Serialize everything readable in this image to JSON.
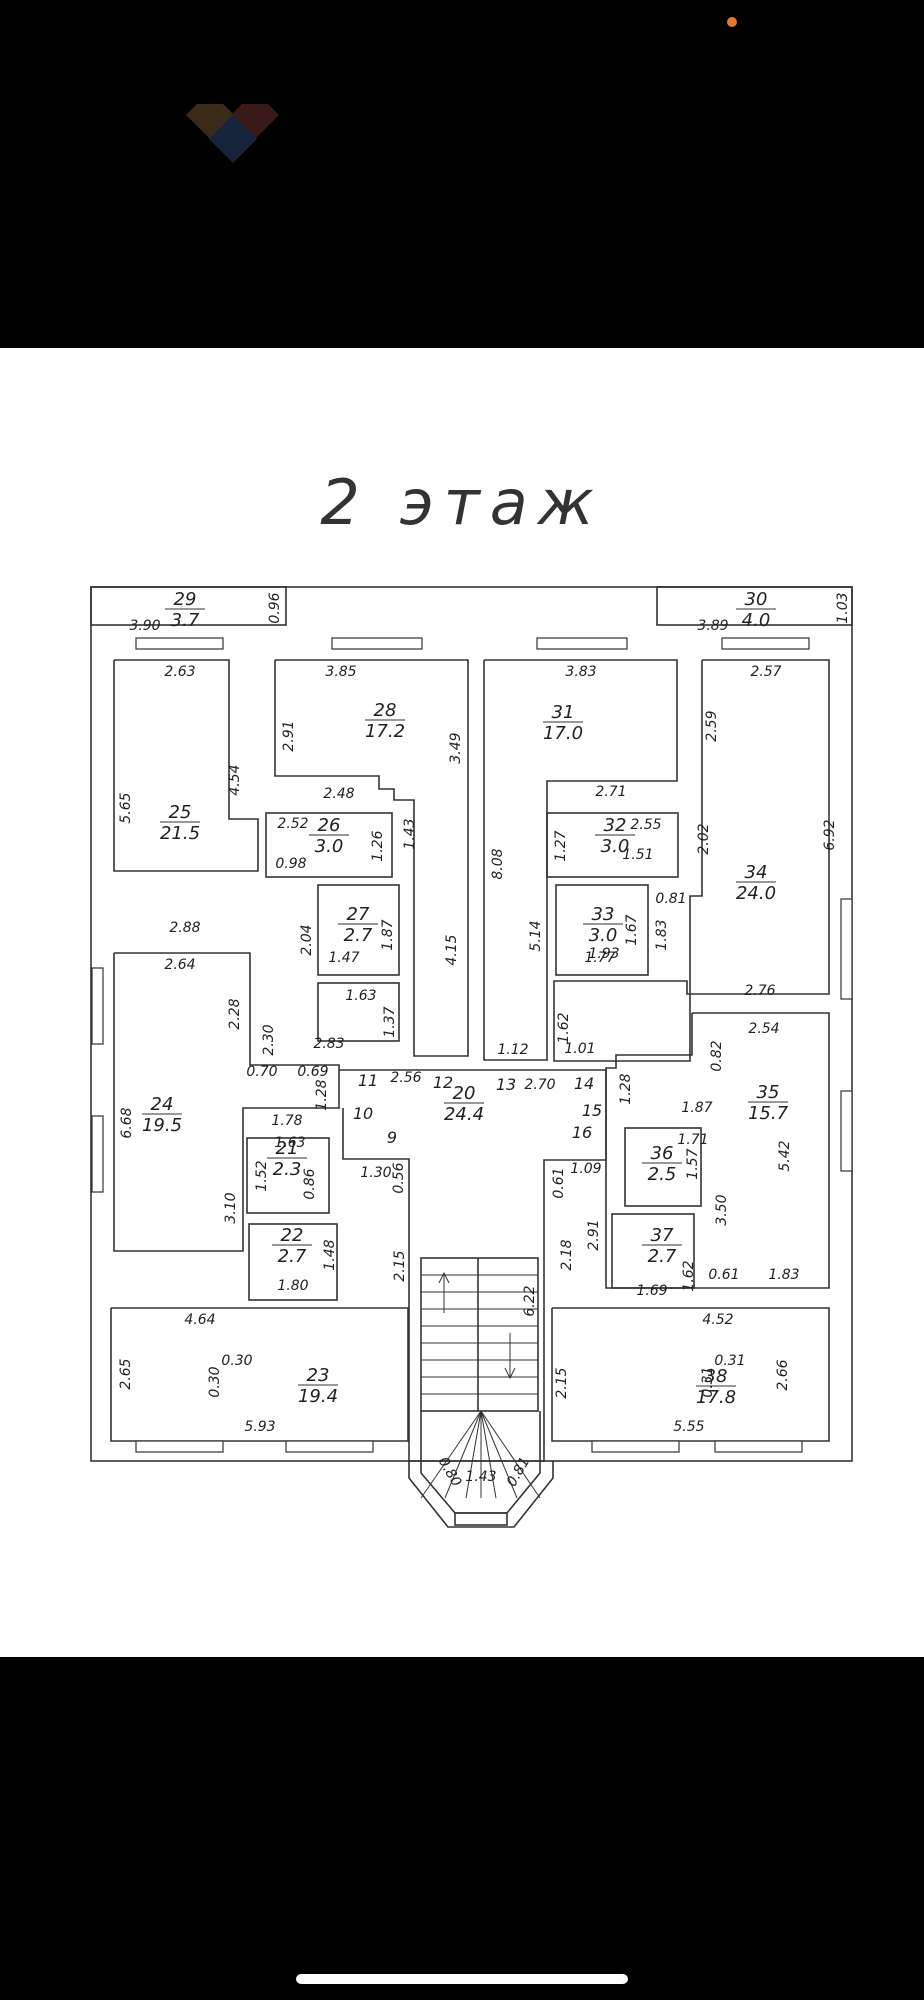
{
  "title": "2 этаж",
  "colors": {
    "sheet": "#ffffff",
    "frame": "#000000",
    "dot": "#e8772e",
    "line": "#333333"
  },
  "rooms": [
    {
      "no": "29",
      "area": "3.7"
    },
    {
      "no": "30",
      "area": "4.0"
    },
    {
      "no": "25",
      "area": "21.5"
    },
    {
      "no": "28",
      "area": "17.2"
    },
    {
      "no": "31",
      "area": "17.0"
    },
    {
      "no": "34",
      "area": "24.0"
    },
    {
      "no": "26",
      "area": "3.0"
    },
    {
      "no": "27",
      "area": "2.7"
    },
    {
      "no": "32",
      "area": "3.0"
    },
    {
      "no": "33",
      "area": "3.0"
    },
    {
      "no": "24",
      "area": "19.5"
    },
    {
      "no": "20",
      "area": "24.4"
    },
    {
      "no": "35",
      "area": "15.7"
    },
    {
      "no": "21",
      "area": "2.3"
    },
    {
      "no": "36",
      "area": "2.5"
    },
    {
      "no": "22",
      "area": "2.7"
    },
    {
      "no": "37",
      "area": "2.7"
    },
    {
      "no": "23",
      "area": "19.4"
    },
    {
      "no": "38",
      "area": "17.8"
    }
  ],
  "labels": [
    "9",
    "10",
    "11",
    "12",
    "13",
    "14",
    "15",
    "16"
  ],
  "dims": [
    "3.90",
    "0.96",
    "3.89",
    "1.03",
    "2.63",
    "3.85",
    "3.83",
    "2.57",
    "5.65",
    "4.54",
    "2.91",
    "3.49",
    "2.59",
    "6.92",
    "2.48",
    "2.71",
    "2.52",
    "1.26",
    "1.43",
    "0.98",
    "1.27",
    "2.55",
    "1.51",
    "8.08",
    "2.02",
    "2.04",
    "1.87",
    "1.47",
    "5.14",
    "1.67",
    "0.81",
    "1.83",
    "1.77",
    "2.88",
    "2.64",
    "2.28",
    "2.30",
    "4.15",
    "1.63",
    "1.37",
    "1.93",
    "2.76",
    "1.62",
    "2.83",
    "0.70",
    "0.69",
    "1.28",
    "1.12",
    "1.01",
    "2.56",
    "2.70",
    "1.28",
    "0.82",
    "2.54",
    "6.68",
    "1.78",
    "1.87",
    "1.63",
    "1.52",
    "0.86",
    "1.30",
    "0.56",
    "0.61",
    "1.09",
    "1.71",
    "1.57",
    "5.42",
    "3.10",
    "2.15",
    "2.18",
    "2.91",
    "3.50",
    "1.48",
    "1.80",
    "1.62",
    "1.69",
    "0.61",
    "1.83",
    "6.22",
    "4.64",
    "4.52",
    "2.65",
    "0.30",
    "0.30",
    "0.31",
    "0.31",
    "2.15",
    "2.66",
    "5.93",
    "5.55",
    "0.80",
    "1.43",
    "0.81"
  ]
}
